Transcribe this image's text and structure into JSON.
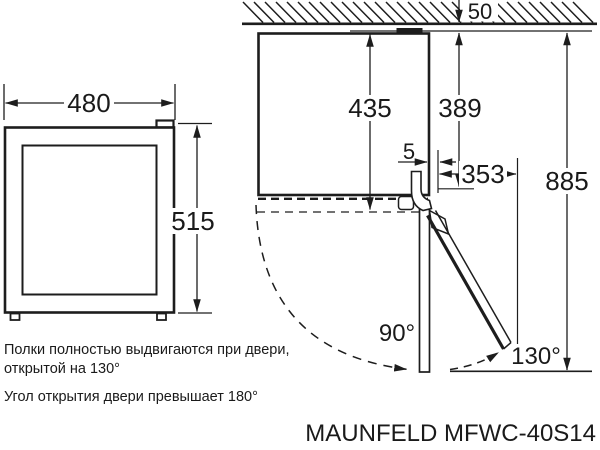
{
  "drawing": {
    "front_view": {
      "width_mm": "480",
      "height_mm": "515"
    },
    "side_view": {
      "ceiling_gap_mm": "50",
      "body_height_mm": "435",
      "top_to_hinge_mm": "389",
      "door_clearance_mm": "5",
      "open_door_depth_mm": "353",
      "total_height_mm": "885",
      "angle_90": "90°",
      "angle_130": "130°"
    }
  },
  "notes": {
    "shelves_line1": "Полки полностью выдвигаются при двери,",
    "shelves_line2": "открытой на 130°",
    "opening_angle": "Угол открытия двери превышает 180°"
  },
  "footer": {
    "model": "MAUNFELD MFWC-40S14"
  },
  "colors": {
    "line": "#1d1d1d",
    "background": "#ffffff"
  }
}
